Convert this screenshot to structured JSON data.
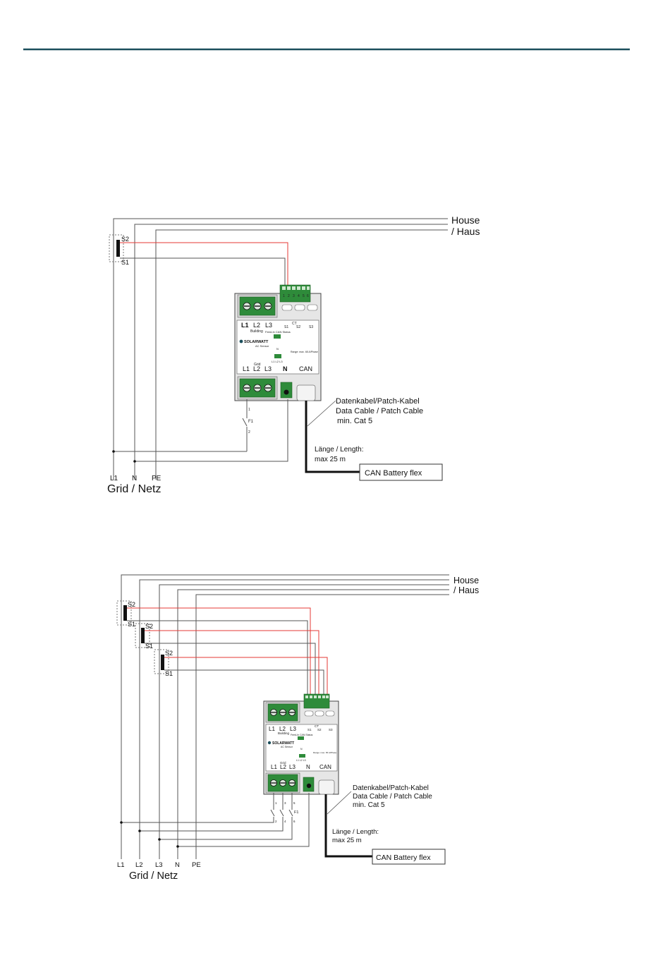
{
  "accent_color": "#1b4f5c",
  "wire_color_signal": "#e53935",
  "terminal_green": "#2e8b3a",
  "diagram1": {
    "house_label": "House",
    "haus_label": "/ Haus",
    "ct_s2": "S2",
    "ct_s1": "S1",
    "fuse_label": "F1",
    "fuse_pin1": "1",
    "fuse_pin2": "2",
    "device": {
      "top_l1": "L1",
      "top_l2": "L2",
      "top_l3": "L3",
      "building": "Building",
      "bottom_l1": "L1",
      "bottom_l2": "L2",
      "bottom_l3": "L3",
      "grid_small": "Grid",
      "n": "N",
      "can": "CAN",
      "ct_header": "CT",
      "s1": "S1",
      "s2": "S2",
      "s3": "S3",
      "brand": "SOLARWATT",
      "model": "AC Sensor",
      "feed_in": "Feed-In CAN Status",
      "range": "Range: max. 65 A/Phase",
      "n_small": "N",
      "bottom_small": "L1  L2  L3"
    },
    "cable_line1": "Datenkabel/Patch-Kabel",
    "cable_line2": "Data Cable / Patch Cable",
    "cable_line3": "min. Cat 5",
    "length_line1": "Länge / Length:",
    "length_line2": "max 25 m",
    "battery_label": "CAN Battery flex",
    "bottom_l1": "L1",
    "bottom_n": "N",
    "bottom_pe": "PE",
    "grid_label": "Grid / Netz"
  },
  "diagram2": {
    "house_label": "House",
    "haus_label": "/ Haus",
    "ct1_s2": "S2",
    "ct1_s1": "S1",
    "ct2_s2": "S2",
    "ct2_s1": "S1",
    "ct3_s2": "S2",
    "ct3_s1": "S1",
    "fuse_label": "F1",
    "fuse_pins": [
      "1",
      "3",
      "5",
      "2",
      "4",
      "6"
    ],
    "device": {
      "top_l1": "L1",
      "top_l2": "L2",
      "top_l3": "L3",
      "building": "Building",
      "bottom_l1": "L1",
      "bottom_l2": "L2",
      "bottom_l3": "L3",
      "grid_small": "Grid",
      "n": "N",
      "can": "CAN",
      "ct_header": "CT",
      "s1": "S1",
      "s2": "S2",
      "s3": "S3",
      "brand": "SOLARWATT",
      "model": "AC Sensor",
      "feed_in": "Feed-In CAN Status",
      "range": "Range: max. 65 A/Phase",
      "n_small": "N",
      "bottom_small": "L1  L2  L3"
    },
    "cable_line1": "Datenkabel/Patch-Kabel",
    "cable_line2": "Data Cable / Patch Cable",
    "cable_line3": "min. Cat 5",
    "length_line1": "Länge / Length:",
    "length_line2": "max 25 m",
    "battery_label": "CAN Battery flex",
    "bottom_l1": "L1",
    "bottom_l2": "L2",
    "bottom_l3": "L3",
    "bottom_n": "N",
    "bottom_pe": "PE",
    "grid_label": "Grid / Netz"
  }
}
